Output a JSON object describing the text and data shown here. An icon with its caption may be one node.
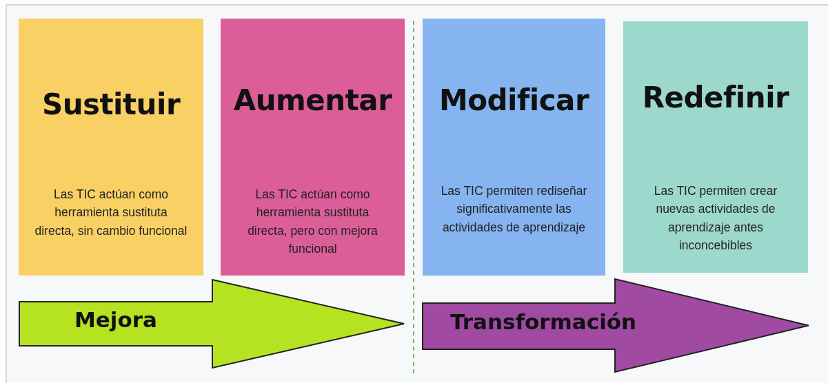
{
  "diagram": {
    "nodes": [
      {
        "text": [
          "Sustituir",
          "Las TIC actúan como herramienta sustituta directa, sin cambio funcional"
        ]
      },
      {
        "text": [
          "Aumentar",
          "Las TIC actúan como herramienta sustituta directa, pero con mejora funcional"
        ]
      },
      {
        "text": [
          "Modificar",
          "Las TIC permiten rediseñar significativamente las actividades de aprendizaje"
        ]
      },
      {
        "text": [
          "Redefinir",
          "Las TIC permiten crear nuevas actividades de aprendizaje antes inconcebibles"
        ]
      },
      {
        "text": [
          "Mejora"
        ]
      },
      {
        "text": [
          "Transformación"
        ]
      }
    ]
  }
}
